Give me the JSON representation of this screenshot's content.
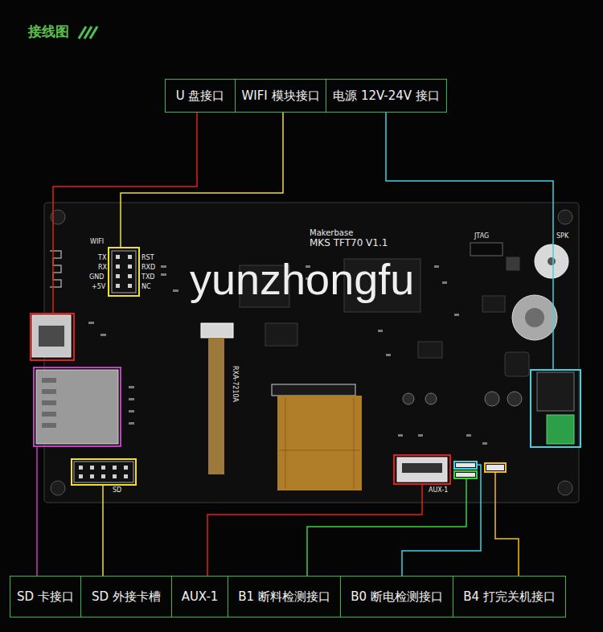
{
  "diagram": {
    "title": "接线图",
    "nodes": [
      {
        "text": [
          "U 盘接口"
        ]
      },
      {
        "text": [
          "WIFI 模块接口"
        ]
      },
      {
        "text": [
          "电源 12V-24V 接口"
        ]
      },
      {
        "text": [
          "SD 卡接口"
        ]
      },
      {
        "text": [
          "SD 外接卡槽"
        ]
      },
      {
        "text": [
          "AUX-1"
        ]
      },
      {
        "text": [
          "B1 断料检测接口"
        ]
      },
      {
        "text": [
          "B0 断电检测接口"
        ]
      },
      {
        "text": [
          "B4 打完关机接口"
        ]
      }
    ],
    "labels": [
      "yunzhongfu",
      "Makerbase",
      "MKS TFT70 V1.1",
      "WIFI",
      "TX",
      "RX",
      "GND",
      "+5V",
      "RST",
      "RXD",
      "TXD",
      "NC",
      "SPK",
      "JTAG",
      "SD",
      "AUX-1",
      "RXA-7210A"
    ]
  }
}
